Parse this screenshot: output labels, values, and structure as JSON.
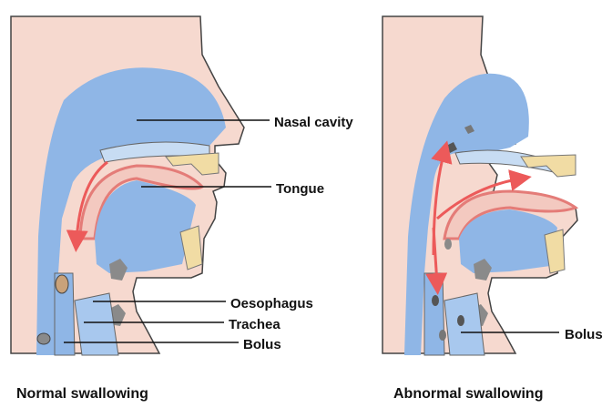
{
  "left_panel": {
    "caption": "Normal swallowing",
    "labels": {
      "nasal_cavity": "Nasal cavity",
      "tongue": "Tongue",
      "oesophagus": "Oesophagus",
      "trachea": "Trachea",
      "bolus": "Bolus"
    }
  },
  "right_panel": {
    "caption": "Abnormal swallowing",
    "labels": {
      "bolus": "Bolus"
    }
  },
  "colors": {
    "skin": "#f6d9cf",
    "skin_outline": "#444444",
    "cavity_blue": "#8fb6e6",
    "tongue": "#f3c9c0",
    "tongue_edge": "#e47c78",
    "arrow": "#ec5a5a",
    "bone": "#f1dca4",
    "bolus": "#c9a27a",
    "gray": "#8a8a8a"
  }
}
